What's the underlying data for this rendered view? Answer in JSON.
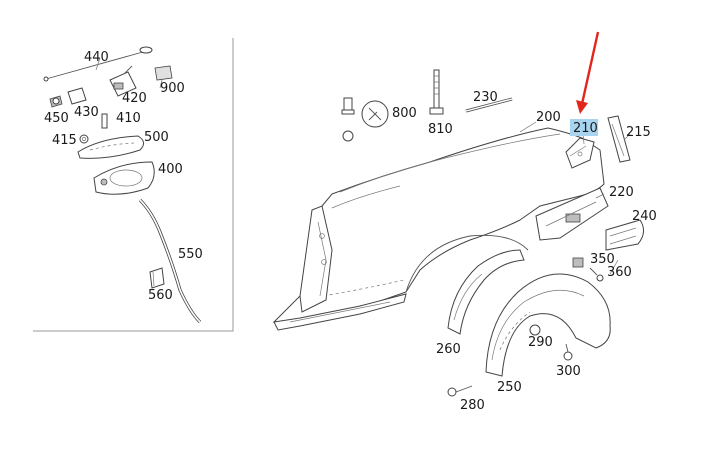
{
  "diagram": {
    "highlight_color": "#a8d4f0",
    "arrow_color": "#e3261d",
    "highlighted_part": "210",
    "callouts": [
      "440",
      "900",
      "450",
      "430",
      "420",
      "410",
      "415",
      "500",
      "400",
      "550",
      "560",
      "800",
      "810",
      "230",
      "200",
      "210",
      "215",
      "220",
      "240",
      "350",
      "360",
      "260",
      "290",
      "300",
      "250",
      "280"
    ]
  }
}
